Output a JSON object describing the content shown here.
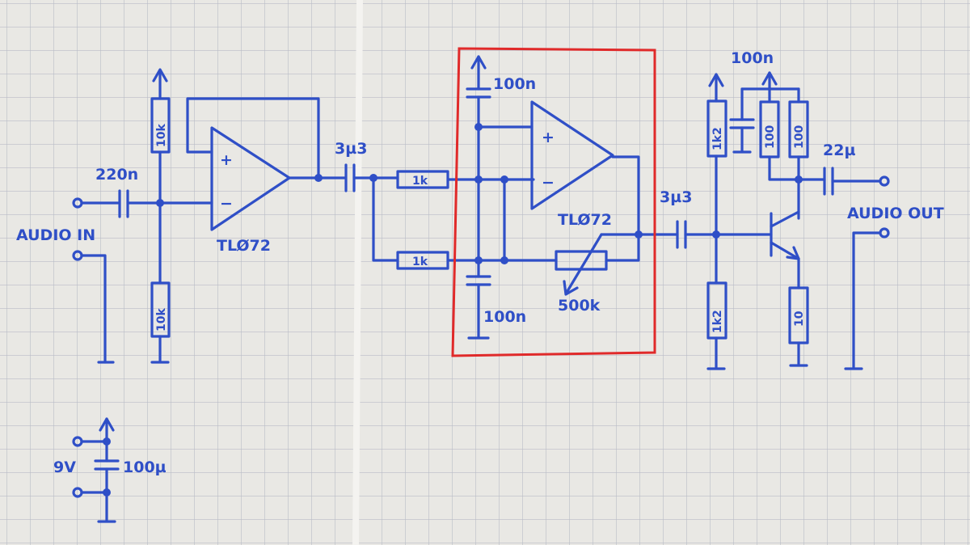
{
  "labels": {
    "audio_in": "AUDIO IN",
    "audio_out": "AUDIO OUT",
    "opamp1": "TLØ72",
    "opamp2": "TLØ72",
    "cap_in": "220n",
    "cap_coupling1": "3µ3",
    "cap_coupling2": "3µ3",
    "cap_out": "22µ",
    "cap_top": "100n",
    "cap_bottom": "100n",
    "cap_right_top": "100n",
    "res_bias_top": "10k",
    "res_bias_bottom": "10k",
    "res_in_top": "1k",
    "res_in_bottom": "1k",
    "pot": "500k",
    "res_q_top": "1k2",
    "res_q_bottom": "1k2",
    "res_c1": "100",
    "res_c2": "100",
    "res_e": "10",
    "supply_voltage": "9V",
    "cap_supply": "100µ",
    "plus": "+",
    "minus": "−"
  },
  "colors": {
    "ink": "#2f4fc7",
    "highlight": "#e02a2a",
    "paper": "#e9e8e4",
    "grid": "#b9bcc6"
  }
}
